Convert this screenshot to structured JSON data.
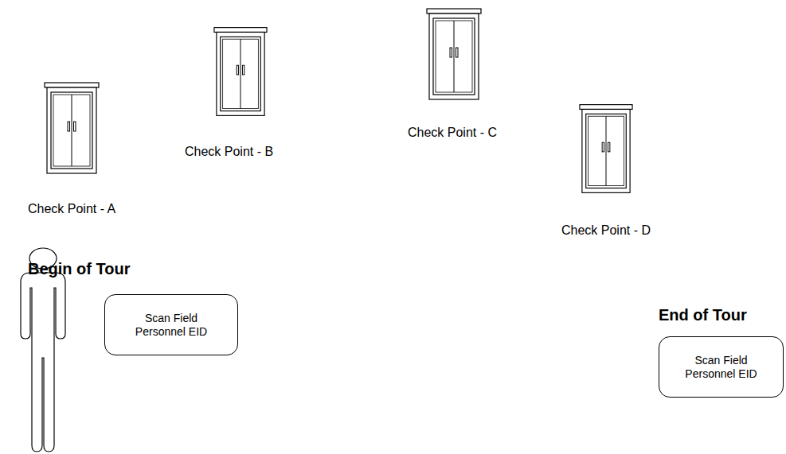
{
  "diagram": {
    "nodes": [
      {
        "text": [
          "Scan Field Personnel EID"
        ]
      },
      {
        "text": [
          "Scan Field Personnel EID"
        ]
      }
    ],
    "labels": [
      "Check Point - A",
      "Check Point - B",
      "Check Point - C",
      "Check Point - D",
      "Begin of Tour",
      "End of Tour"
    ]
  }
}
